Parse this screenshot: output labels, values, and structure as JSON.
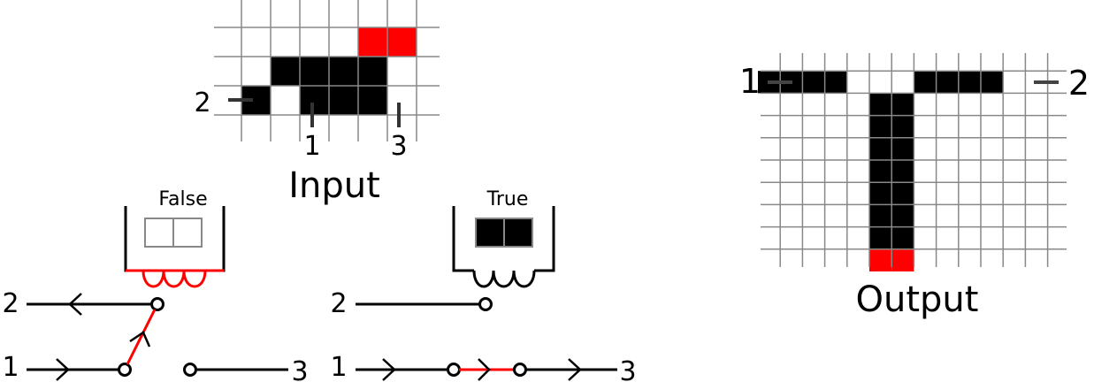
{
  "input": {
    "title": "Input",
    "ports": {
      "p1": "1",
      "p2": "2",
      "p3": "3"
    },
    "black_cells": [
      [
        2,
        2
      ],
      [
        3,
        2
      ],
      [
        4,
        2
      ],
      [
        5,
        2
      ],
      [
        1,
        3
      ],
      [
        3,
        3
      ],
      [
        4,
        3
      ],
      [
        5,
        3
      ]
    ],
    "red_cells": [
      [
        5,
        1
      ],
      [
        6,
        1
      ]
    ]
  },
  "output": {
    "title": "Output",
    "ports": {
      "p1": "1",
      "p2": "2"
    },
    "black_cells": [
      [
        0,
        1
      ],
      [
        1,
        1
      ],
      [
        2,
        1
      ],
      [
        3,
        1
      ],
      [
        7,
        1
      ],
      [
        8,
        1
      ],
      [
        9,
        1
      ],
      [
        10,
        1
      ],
      [
        5,
        2
      ],
      [
        6,
        2
      ],
      [
        5,
        3
      ],
      [
        6,
        3
      ],
      [
        5,
        4
      ],
      [
        6,
        4
      ],
      [
        5,
        5
      ],
      [
        6,
        5
      ],
      [
        5,
        6
      ],
      [
        6,
        6
      ],
      [
        5,
        7
      ],
      [
        6,
        7
      ],
      [
        5,
        8
      ],
      [
        6,
        8
      ]
    ],
    "red_cells": [
      [
        5,
        9
      ],
      [
        6,
        9
      ]
    ]
  },
  "relay_false": {
    "state": "False",
    "ports": {
      "p1": "1",
      "p2": "2",
      "p3": "3"
    }
  },
  "relay_true": {
    "state": "True",
    "ports": {
      "p1": "1",
      "p2": "2",
      "p3": "3"
    }
  },
  "colors": {
    "black": "#000000",
    "red": "#ff0000",
    "grid": "#888888"
  }
}
